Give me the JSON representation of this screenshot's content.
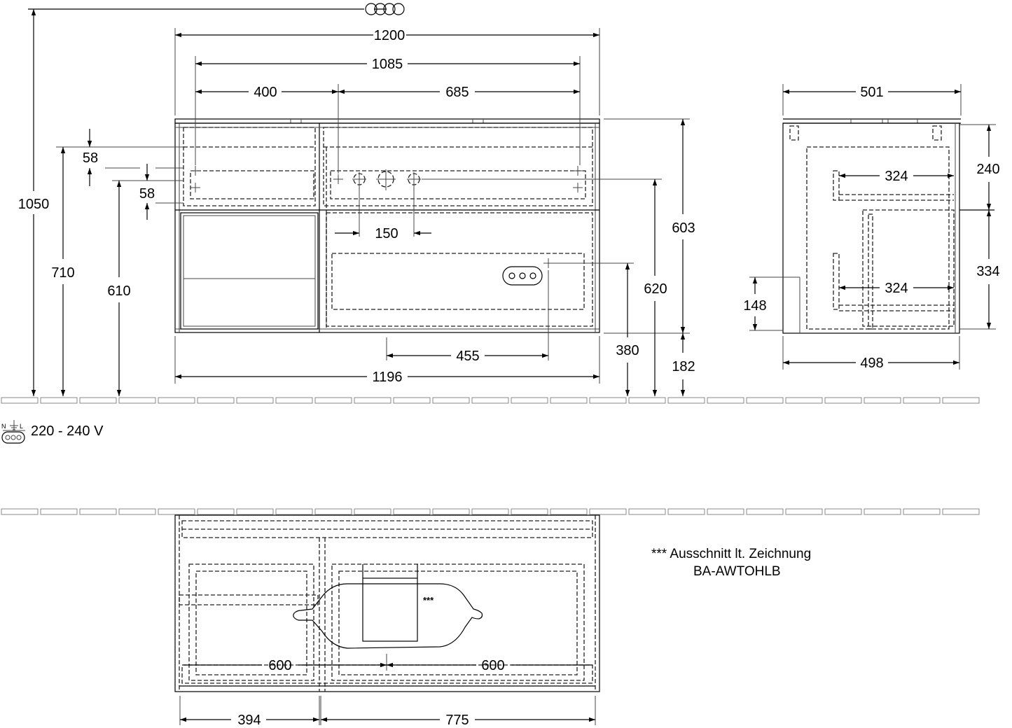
{
  "front_view": {
    "dimensions": {
      "total_height": "1050",
      "width_top": "1200",
      "inner_width": "1085",
      "left_section": "400",
      "right_section": "685",
      "offset_58_a": "58",
      "offset_58_b": "58",
      "height_710": "710",
      "height_610": "610",
      "tap_spacing": "150",
      "body_height": "603",
      "height_620": "620",
      "socket_offset": "455",
      "socket_height": "380",
      "floor_gap": "182",
      "width_bottom": "1196"
    },
    "voltage": "220 - 240 V"
  },
  "side_view": {
    "dimensions": {
      "depth_top": "501",
      "upper_drawer_depth": "324",
      "lower_drawer_depth": "324",
      "upper_height": "240",
      "lower_height": "334",
      "plinth_height": "148",
      "depth_bottom": "498"
    }
  },
  "top_view": {
    "dimensions": {
      "left_half": "600",
      "right_half": "600",
      "left_width": "394",
      "right_width": "775"
    },
    "cutout_marker": "***",
    "note_line1": "*** Ausschnitt lt. Zeichnung",
    "note_line2": "BA-AWTOHLB"
  },
  "icons": {
    "top_symbol": "ring-chain-icon",
    "socket": "power-socket-icon"
  }
}
